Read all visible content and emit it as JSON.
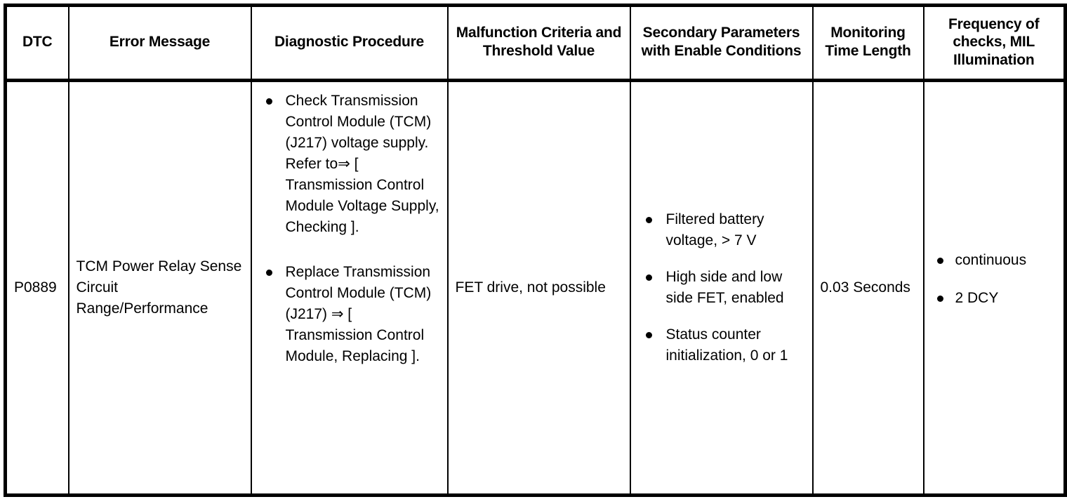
{
  "table": {
    "headers": [
      {
        "id": "dtc",
        "label": "DTC"
      },
      {
        "id": "message",
        "label": "Error Message"
      },
      {
        "id": "procedure",
        "label": "Diagnostic Procedure"
      },
      {
        "id": "criteria",
        "label": "Malfunction Criteria and Threshold Value"
      },
      {
        "id": "secondary",
        "label": "Secondary Parameters with Enable Conditions"
      },
      {
        "id": "monitor",
        "label": "Monitoring Time Length"
      },
      {
        "id": "frequency",
        "label": "Frequency of checks, MIL Illumination"
      }
    ],
    "rows": [
      {
        "dtc": "P0889",
        "message": "TCM Power Relay Sense Circuit Range/Performance",
        "procedure_bullets": [
          "Check Transmission Control Module (TCM) (J217) voltage supply. Refer to⇒ [ Transmission Control Module Voltage Supply, Checking ].",
          "Replace Transmission Control Module (TCM) (J217) ⇒ [ Transmission Control Module, Replacing ]."
        ],
        "criteria": "FET drive, not possible",
        "secondary_bullets": [
          "Filtered battery voltage, > 7 V",
          "High side and low side FET, enabled",
          "Status counter initialization, 0 or 1"
        ],
        "monitor": "0.03 Seconds",
        "frequency_bullets": [
          "continuous",
          "2 DCY"
        ]
      }
    ]
  },
  "style": {
    "ink_color": "#000000",
    "paper_color": "#ffffff"
  }
}
